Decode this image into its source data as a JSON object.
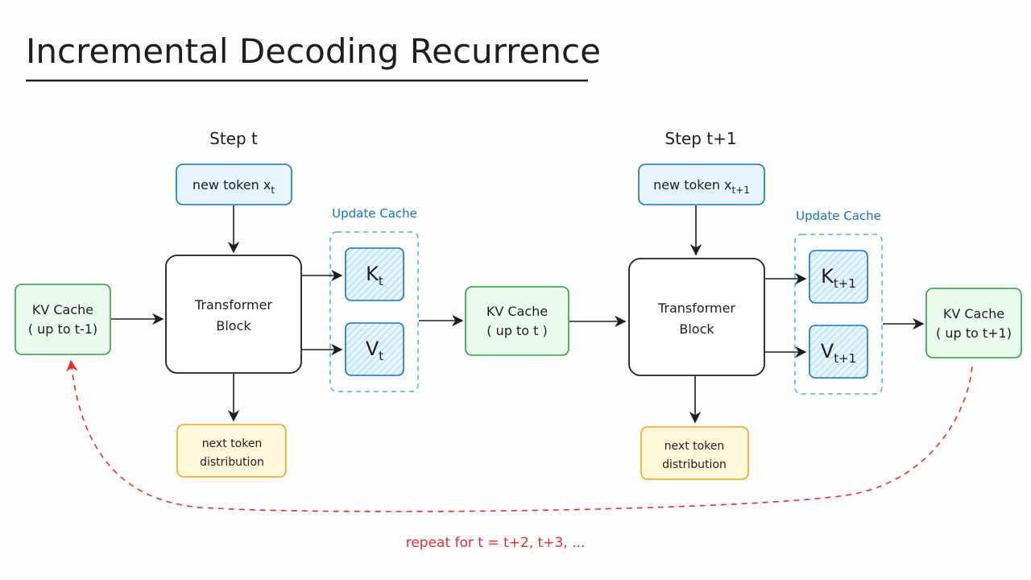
{
  "title": "Incremental Decoding Recurrence",
  "steps": [
    {
      "label": "Step t",
      "token_prefix": "new token x",
      "token_sub": "t",
      "block_line1": "Transformer",
      "block_line2": "Block",
      "update_label": "Update Cache",
      "k_main": "K",
      "k_sub": "t",
      "v_main": "V",
      "v_sub": "t",
      "out_line1": "next token",
      "out_line2": "distribution"
    },
    {
      "label": "Step t+1",
      "token_prefix": "new token x",
      "token_sub": "t+1",
      "block_line1": "Transformer",
      "block_line2": "Block",
      "update_label": "Update Cache",
      "k_main": "K",
      "k_sub": "t+1",
      "v_main": "V",
      "v_sub": "t+1",
      "out_line1": "next token",
      "out_line2": "distribution"
    }
  ],
  "caches": [
    {
      "line1": "KV Cache",
      "line2": "( up to t-1)"
    },
    {
      "line1": "KV Cache",
      "line2": "( up to t )"
    },
    {
      "line1": "KV Cache",
      "line2": "( up to t+1)"
    }
  ],
  "loop_label": "repeat for t = t+2, t+3, ...",
  "colors": {
    "ink": "#1e1e1e",
    "green_stroke": "#2f9e44",
    "green_fill": "#ebfbee",
    "blue_stroke": "#1971c2",
    "blue_fill": "#e7f5ff",
    "hatch": "#a5d8ff",
    "orange_stroke": "#f0a31c",
    "orange_fill": "#fff9db",
    "red": "#e03131"
  }
}
